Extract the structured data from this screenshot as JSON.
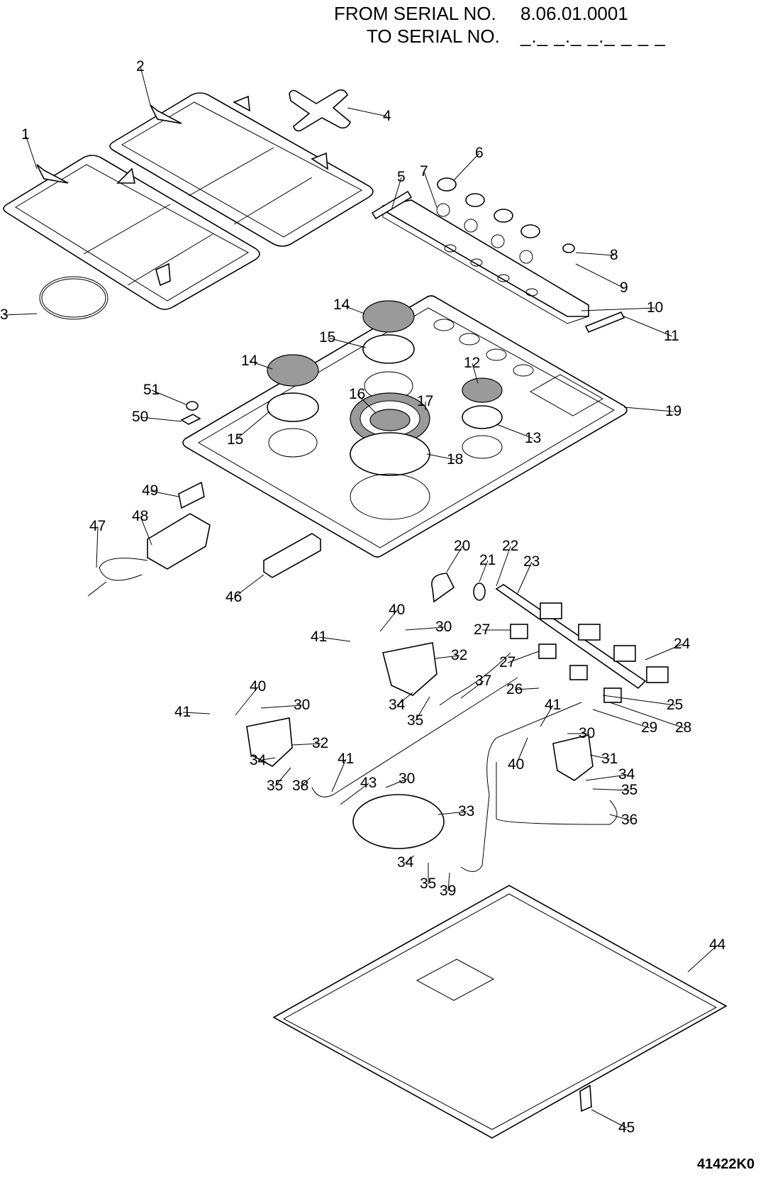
{
  "header": {
    "from_label": "FROM SERIAL NO.",
    "from_value": "8.06.01.0001",
    "to_label": "TO SERIAL NO.",
    "to_value": "_._ _._ _._ _ _ _"
  },
  "drawing_code": "41422K0",
  "colors": {
    "line": "#000000",
    "cap_fill": "#9a9a9a",
    "background": "#ffffff"
  },
  "callouts": [
    {
      "id": "c1",
      "label": "1",
      "part": "pan-support-left"
    },
    {
      "id": "c2",
      "label": "2",
      "part": "pan-support-right"
    },
    {
      "id": "c3",
      "label": "3",
      "part": "wok-ring"
    },
    {
      "id": "c4",
      "label": "4",
      "part": "reduction-grid"
    },
    {
      "id": "c5",
      "label": "5",
      "part": "side-bracket"
    },
    {
      "id": "c6",
      "label": "6",
      "part": "control-knob"
    },
    {
      "id": "c7",
      "label": "7",
      "part": "knob-bezel"
    },
    {
      "id": "c8",
      "label": "8",
      "part": "push-button"
    },
    {
      "id": "c9",
      "label": "9",
      "part": "ignition-switch"
    },
    {
      "id": "c10",
      "label": "10",
      "part": "control-panel"
    },
    {
      "id": "c11",
      "label": "11",
      "part": "side-bracket-right"
    },
    {
      "id": "c12",
      "label": "12",
      "part": "burner-cap-small"
    },
    {
      "id": "c13",
      "label": "13",
      "part": "burner-head-small"
    },
    {
      "id": "c14a",
      "label": "14",
      "part": "burner-cap-medium"
    },
    {
      "id": "c14b",
      "label": "14",
      "part": "burner-cap-medium"
    },
    {
      "id": "c15a",
      "label": "15",
      "part": "burner-head-medium"
    },
    {
      "id": "c15b",
      "label": "15",
      "part": "burner-head-medium"
    },
    {
      "id": "c16",
      "label": "16",
      "part": "inner-cap-wok"
    },
    {
      "id": "c17",
      "label": "17",
      "part": "outer-ring-wok"
    },
    {
      "id": "c18",
      "label": "18",
      "part": "wok-burner-head"
    },
    {
      "id": "c19",
      "label": "19",
      "part": "hob-top"
    },
    {
      "id": "c20",
      "label": "20",
      "part": "elbow-fitting"
    },
    {
      "id": "c21",
      "label": "21",
      "part": "seal-washer"
    },
    {
      "id": "c22",
      "label": "22",
      "part": "connector"
    },
    {
      "id": "c23",
      "label": "23",
      "part": "gas-manifold"
    },
    {
      "id": "c24",
      "label": "24",
      "part": "manifold-bracket"
    },
    {
      "id": "c25",
      "label": "25",
      "part": "gas-tap"
    },
    {
      "id": "c26",
      "label": "26",
      "part": "gas-tap"
    },
    {
      "id": "c27a",
      "label": "27",
      "part": "gas-tap"
    },
    {
      "id": "c27b",
      "label": "27",
      "part": "gas-tap"
    },
    {
      "id": "c28",
      "label": "28",
      "part": "nut"
    },
    {
      "id": "c29",
      "label": "29",
      "part": "olive"
    },
    {
      "id": "c30a",
      "label": "30",
      "part": "injector"
    },
    {
      "id": "c30b",
      "label": "30",
      "part": "injector"
    },
    {
      "id": "c30c",
      "label": "30",
      "part": "injector"
    },
    {
      "id": "c30d",
      "label": "30",
      "part": "injector"
    },
    {
      "id": "c31",
      "label": "31",
      "part": "burner-cup-small"
    },
    {
      "id": "c32a",
      "label": "32",
      "part": "burner-cup"
    },
    {
      "id": "c32b",
      "label": "32",
      "part": "burner-cup"
    },
    {
      "id": "c33",
      "label": "33",
      "part": "wok-burner-cup"
    },
    {
      "id": "c34a",
      "label": "34",
      "part": "olive"
    },
    {
      "id": "c34b",
      "label": "34",
      "part": "olive"
    },
    {
      "id": "c34c",
      "label": "34",
      "part": "olive"
    },
    {
      "id": "c34d",
      "label": "34",
      "part": "olive"
    },
    {
      "id": "c35a",
      "label": "35",
      "part": "nut"
    },
    {
      "id": "c35b",
      "label": "35",
      "part": "nut"
    },
    {
      "id": "c35c",
      "label": "35",
      "part": "nut"
    },
    {
      "id": "c35d",
      "label": "35",
      "part": "nut"
    },
    {
      "id": "c36",
      "label": "36",
      "part": "gas-pipe"
    },
    {
      "id": "c37",
      "label": "37",
      "part": "gas-pipe"
    },
    {
      "id": "c38",
      "label": "38",
      "part": "gas-pipe"
    },
    {
      "id": "c39",
      "label": "39",
      "part": "gas-pipe"
    },
    {
      "id": "c40a",
      "label": "40",
      "part": "spark-electrode"
    },
    {
      "id": "c40b",
      "label": "40",
      "part": "spark-electrode"
    },
    {
      "id": "c40c",
      "label": "40",
      "part": "spark-electrode"
    },
    {
      "id": "c41a",
      "label": "41",
      "part": "electrode-clip"
    },
    {
      "id": "c41b",
      "label": "41",
      "part": "electrode-clip"
    },
    {
      "id": "c41c",
      "label": "41",
      "part": "electrode-clip"
    },
    {
      "id": "c41d",
      "label": "41",
      "part": "electrode-clip"
    },
    {
      "id": "c43",
      "label": "43",
      "part": "spark-electrode-wok"
    },
    {
      "id": "c44",
      "label": "44",
      "part": "bottom-tray"
    },
    {
      "id": "c45",
      "label": "45",
      "part": "tray-bracket"
    },
    {
      "id": "c46",
      "label": "46",
      "part": "fixing-bracket"
    },
    {
      "id": "c47",
      "label": "47",
      "part": "mains-cable"
    },
    {
      "id": "c48",
      "label": "48",
      "part": "spark-generator"
    },
    {
      "id": "c49",
      "label": "49",
      "part": "terminal-block"
    },
    {
      "id": "c50",
      "label": "50",
      "part": "clamp"
    },
    {
      "id": "c51",
      "label": "51",
      "part": "screw"
    }
  ]
}
